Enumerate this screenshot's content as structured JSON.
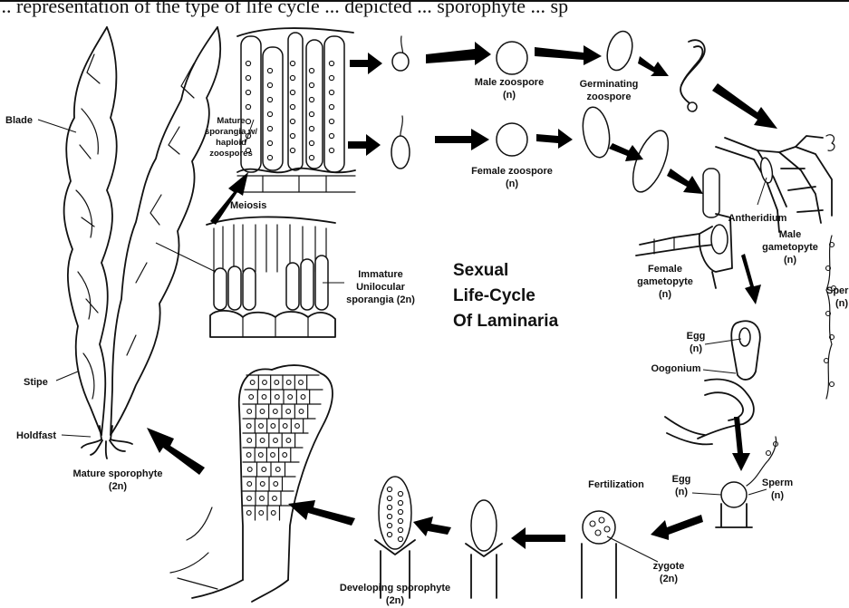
{
  "header_fragment": "... representation of the type of life cycle ... depicted ... sporophyte ... sp",
  "title": [
    "Sexual",
    "Life-Cycle",
    "Of Laminaria"
  ],
  "labels": {
    "blade": "Blade",
    "stipe": "Stipe",
    "holdfast": "Holdfast",
    "mature_sporophyte": [
      "Mature sporophyte",
      "(2n)"
    ],
    "mature_sporangia": [
      "Mature",
      "sporangia w/",
      "haploid",
      "zoospores"
    ],
    "meiosis": "Meiosis",
    "immature_sporangia": [
      "Immature",
      "Unilocular",
      "sporangia (2n)"
    ],
    "male_zoospore": [
      "Male zoospore",
      "(n)"
    ],
    "germinating_zoospore": [
      "Germinating",
      "zoospore"
    ],
    "female_zoospore": [
      "Female zoospore",
      "(n)"
    ],
    "antheridium": "Antheridium",
    "male_gametophyte": [
      "Male",
      "gametopyte",
      "(n)"
    ],
    "female_gametopyte": [
      "Female",
      "gametopyte",
      "(n)"
    ],
    "sperm_edge": [
      "Sperm",
      "(n)"
    ],
    "egg_upper": [
      "Egg",
      "(n)"
    ],
    "oogonium": "Oogonium",
    "egg_lower": [
      "Egg",
      "(n)"
    ],
    "sperm_lower": [
      "Sperm",
      "(n)"
    ],
    "fertilization": "Fertilization",
    "zygote": [
      "zygote",
      "(2n)"
    ],
    "developing_sporophyte": [
      "Developing sporophyte",
      "(2n)"
    ]
  }
}
